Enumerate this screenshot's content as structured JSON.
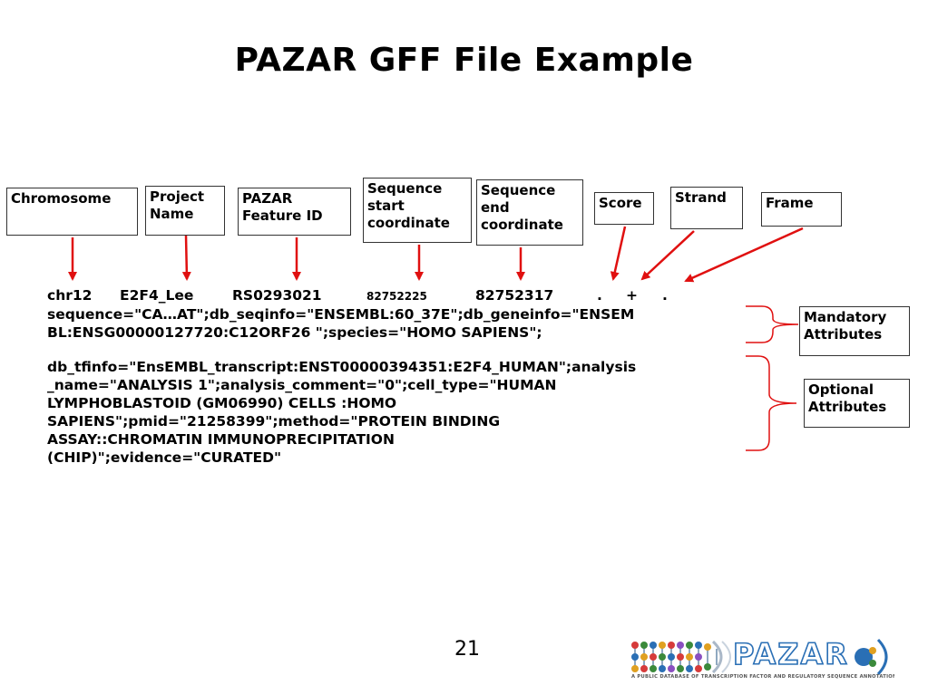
{
  "slide": {
    "title": "PAZAR GFF File Example",
    "page_number": "21"
  },
  "labels": {
    "chromosome": "Chromosome",
    "project_name_1": "Project",
    "project_name_2": "Name",
    "feature_id_1": "PAZAR",
    "feature_id_2": "Feature ID",
    "seq_start_1": "Sequence",
    "seq_start_2": "start",
    "seq_start_3": "coordinate",
    "seq_end_1": "Sequence",
    "seq_end_2": "end",
    "seq_end_3": "coordinate",
    "score": "Score",
    "strand": "Strand",
    "frame": "Frame",
    "mandatory_1": "Mandatory",
    "mandatory_2": "Attributes",
    "optional_1": "Optional",
    "optional_2": "Attributes"
  },
  "record": {
    "chromosome": "chr12",
    "project": "E2F4_Lee",
    "feature_id": "RS0293021",
    "start": "82752225",
    "end": "82752317",
    "score": ".",
    "strand": "+",
    "frame": ".",
    "mandatory_line_1": "sequence=\"CA…AT\";db_seqinfo=\"ENSEMBL:60_37E\";db_geneinfo=\"ENSEM",
    "mandatory_line_2": "BL:ENSG00000127720:C12ORF26 \";species=\"HOMO SAPIENS\";",
    "optional_line_1": "db_tfinfo=\"EnsEMBL_transcript:ENST00000394351:E2F4_HUMAN\";analysis",
    "optional_line_2": "_name=\"ANALYSIS 1\";analysis_comment=\"0\";cell_type=\"HUMAN",
    "optional_line_3": "LYMPHOBLASTOID (GM06990) CELLS :HOMO",
    "optional_line_4": "SAPIENS\";pmid=\"21258399\";method=\"PROTEIN BINDING",
    "optional_line_5": "ASSAY::CHROMATIN IMMUNOPRECIPITATION",
    "optional_line_6": "(CHIP)\";evidence=\"CURATED\""
  },
  "logo": {
    "name": "PAZAR",
    "tagline": "A PUBLIC DATABASE OF TRANSCRIPTION FACTOR AND REGULATORY SEQUENCE ANNOTATION",
    "icon": "dna-beads-logo"
  },
  "colors": {
    "arrow": "#e01010",
    "bracket": "#e01010",
    "logo_blue": "#2a6fb5"
  }
}
